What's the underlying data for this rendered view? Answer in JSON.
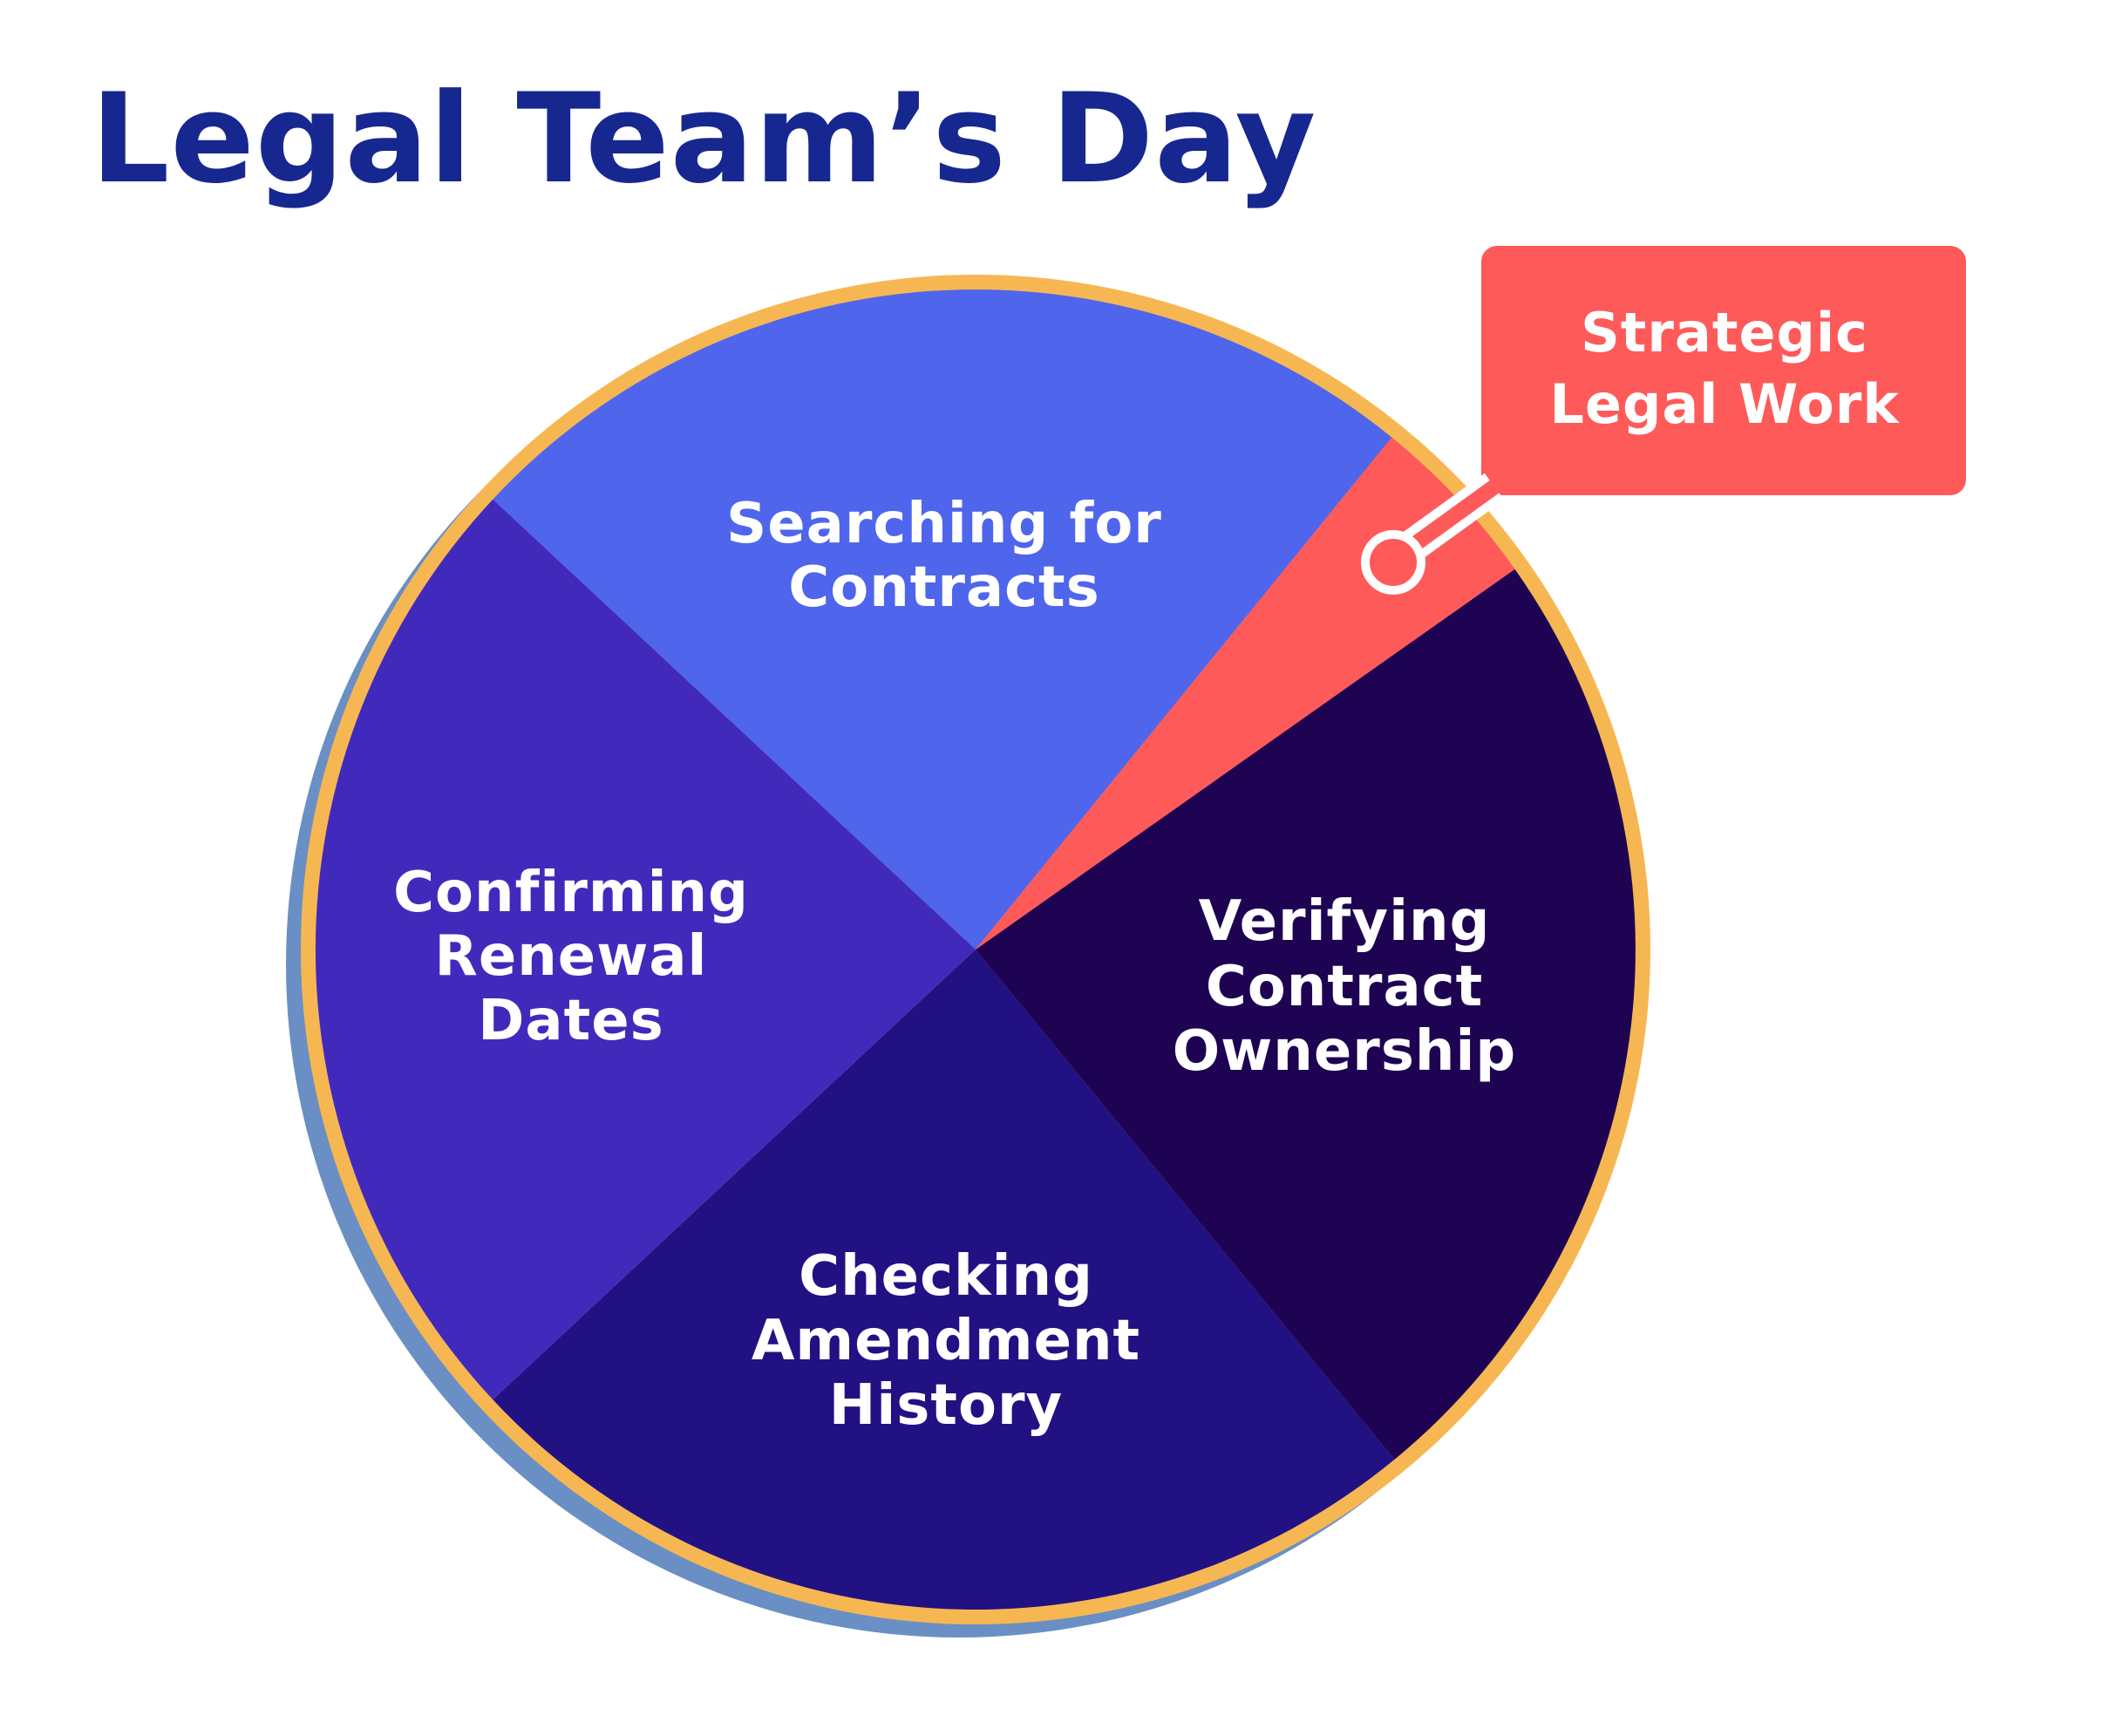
{
  "title": "Legal Team’s Day",
  "colors": {
    "title": "#172790",
    "ring": "#f6b753",
    "shadow": "#6a8fc4",
    "label_text": "#ffffff",
    "callout_outline": "#ffffff"
  },
  "chart_data": {
    "type": "pie",
    "title": "Legal Team’s Day",
    "unit": "percent of day (estimated from slice angles)",
    "categories": [
      "Searching for Contracts",
      "Confirming Renewal Dates",
      "Checking Amendment History",
      "Verifying Contract Ownership",
      "Strategic Legal Work"
    ],
    "values": [
      24,
      24,
      24,
      24,
      4
    ],
    "slices": [
      {
        "label": "Searching for Contracts",
        "lines": [
          "Searching for",
          "Contracts"
        ],
        "value": 24,
        "color": "#4f65ec",
        "start_deg": 50.9,
        "end_deg": 137.0
      },
      {
        "label": "Confirming Renewal Dates",
        "lines": [
          "Confirming",
          "Renewal",
          "Dates"
        ],
        "value": 24,
        "color": "#412abb",
        "start_deg": 137.0,
        "end_deg": 223.0
      },
      {
        "label": "Checking Amendment History",
        "lines": [
          "Checking",
          "Amendment",
          "History"
        ],
        "value": 24,
        "color": "#221183",
        "start_deg": 223.0,
        "end_deg": 309.4
      },
      {
        "label": "Verifying Contract Ownership",
        "lines": [
          "Verifying",
          "Contract",
          "Ownership"
        ],
        "value": 24,
        "color": "#1e0353",
        "start_deg": 309.4,
        "end_deg": 395.2
      },
      {
        "label": "Strategic Legal Work",
        "lines": [
          "Strategic",
          "Legal Work"
        ],
        "value": 4,
        "color": "#fe5a5a",
        "start_deg": 35.2,
        "end_deg": 50.9,
        "callout": true
      }
    ],
    "legend": "none (labels inside slices; callout box for smallest slice)",
    "annotations": [
      "Callout box: Strategic Legal Work"
    ]
  }
}
